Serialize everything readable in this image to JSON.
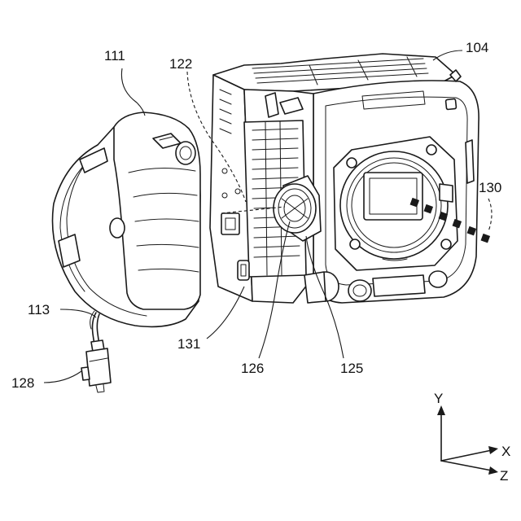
{
  "figure": {
    "labels": {
      "ref_111": "111",
      "ref_122": "122",
      "ref_104": "104",
      "ref_130": "130",
      "ref_113": "113",
      "ref_128": "128",
      "ref_131": "131",
      "ref_126": "126",
      "ref_125": "125"
    },
    "axes": {
      "y": "Y",
      "x": "X",
      "z": "Z"
    },
    "colors": {
      "line": "#1a1a1a",
      "background": "#ffffff"
    }
  }
}
